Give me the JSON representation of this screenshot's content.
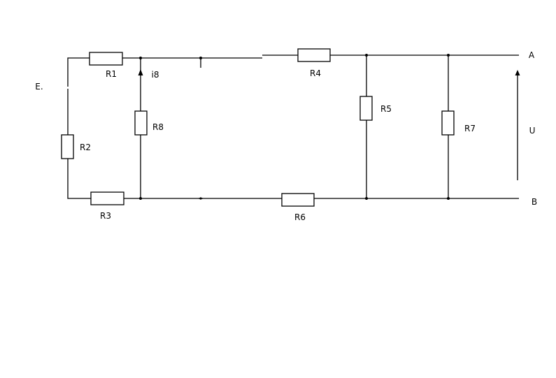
{
  "diagram": {
    "type": "circuit-schematic",
    "source_label": "E.",
    "current_label": "i8",
    "terminals": {
      "a": "A",
      "b": "B"
    },
    "voltage_label": "U",
    "resistors": {
      "r1": "R1",
      "r2": "R2",
      "r3": "R3",
      "r4": "R4",
      "r5": "R5",
      "r6": "R6",
      "r7": "R7",
      "r8": "R8"
    },
    "line_color": "#000000",
    "background": "#ffffff"
  }
}
